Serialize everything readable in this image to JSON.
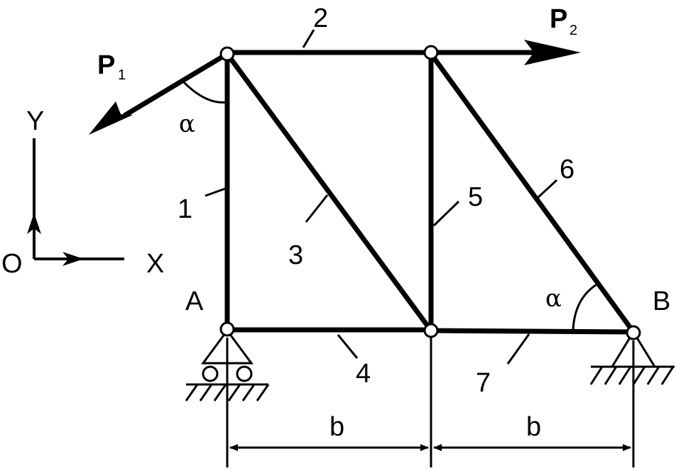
{
  "colors": {
    "line": "#000000",
    "background": "#ffffff"
  },
  "members": [
    {
      "id": "1",
      "label": "1"
    },
    {
      "id": "2",
      "label": "2"
    },
    {
      "id": "3",
      "label": "3"
    },
    {
      "id": "4",
      "label": "4"
    },
    {
      "id": "5",
      "label": "5"
    },
    {
      "id": "6",
      "label": "6"
    },
    {
      "id": "7",
      "label": "7"
    }
  ],
  "supports": {
    "A": "A",
    "B": "B"
  },
  "forces": {
    "P1": {
      "main": "P",
      "sub": "1"
    },
    "P2": {
      "main": "P",
      "sub": "2"
    }
  },
  "angle_symbol": "α",
  "axes": {
    "origin": "O",
    "x": "X",
    "y": "Y"
  },
  "dimension": "b"
}
